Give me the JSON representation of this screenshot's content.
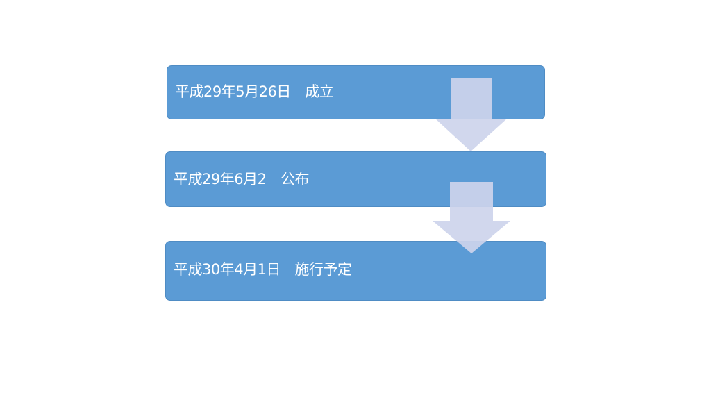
{
  "diagram": {
    "type": "vertical-process-flow",
    "colors": {
      "box_fill": "#5b9bd5",
      "box_text": "#ffffff",
      "arrow_fill": "#c9d0e8"
    },
    "steps": [
      {
        "label": "平成29年5月26日　成立"
      },
      {
        "label": "平成29年6月2　公布"
      },
      {
        "label": "平成30年4月1日　施行予定"
      }
    ],
    "arrows": [
      {
        "from": 0,
        "to": 1,
        "icon": "down-arrow-icon"
      },
      {
        "from": 1,
        "to": 2,
        "icon": "down-arrow-icon"
      }
    ]
  }
}
